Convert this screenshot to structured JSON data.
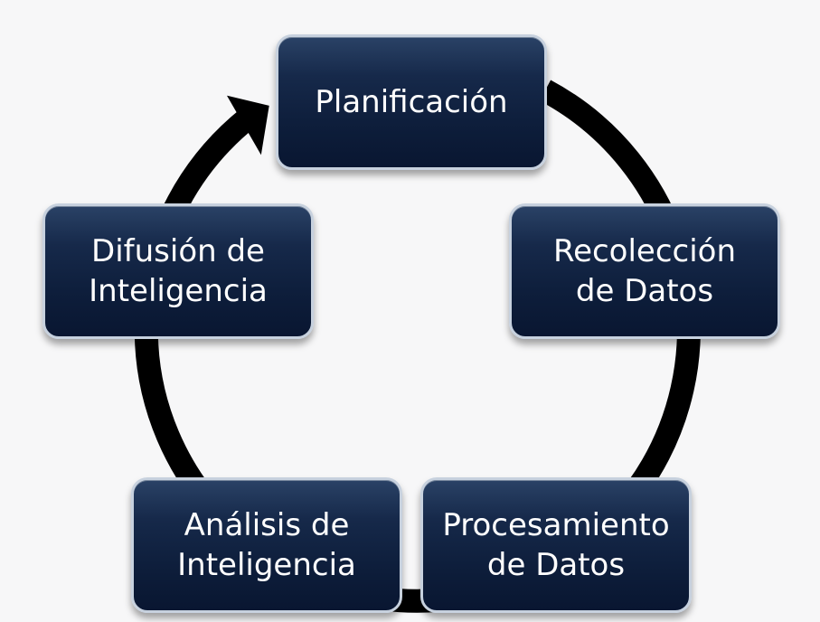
{
  "diagram": {
    "type": "cycle",
    "nodes": [
      {
        "id": "planificacion",
        "label": "Planificación"
      },
      {
        "id": "recoleccion",
        "label": "Recolección\nde Datos"
      },
      {
        "id": "procesamiento",
        "label": "Procesamiento\nde Datos"
      },
      {
        "id": "analisis",
        "label": "Análisis de\nInteligencia"
      },
      {
        "id": "difusion",
        "label": "Difusión de\nInteligencia"
      }
    ],
    "edges": [
      {
        "from": "planificacion",
        "to": "recoleccion"
      },
      {
        "from": "recoleccion",
        "to": "procesamiento"
      },
      {
        "from": "procesamiento",
        "to": "analisis"
      },
      {
        "from": "analisis",
        "to": "difusion"
      },
      {
        "from": "difusion",
        "to": "planificacion"
      }
    ],
    "colors": {
      "background": "#f7f7f8",
      "node_fill": "#0d1d3a",
      "node_border": "#c7d1de",
      "node_text": "#ffffff",
      "ring": "#000000"
    }
  }
}
